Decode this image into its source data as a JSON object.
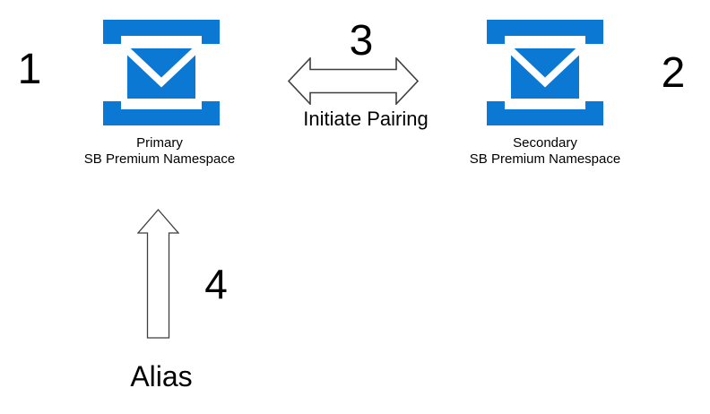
{
  "colors": {
    "icon_blue": "#0b79d4",
    "arrow_outline": "#3f3f3f",
    "text": "#000000",
    "background": "#ffffff"
  },
  "primary_node": {
    "number": "1",
    "name": "Primary",
    "sublabel": "SB Premium Namespace",
    "icon": "service-bus-namespace-icon"
  },
  "secondary_node": {
    "number": "2",
    "name": "Secondary",
    "sublabel": "SB Premium Namespace",
    "icon": "service-bus-namespace-icon"
  },
  "pairing": {
    "number": "3",
    "label": "Initiate Pairing",
    "direction": "bidirectional-horizontal"
  },
  "alias": {
    "number": "4",
    "label": "Alias",
    "direction": "up"
  }
}
